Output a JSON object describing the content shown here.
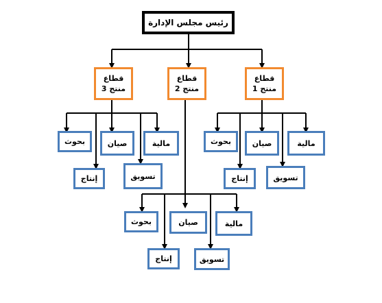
{
  "root": {
    "label": "رئيس مجلس الإدارة"
  },
  "sectors": [
    {
      "title": "قطاع",
      "subtitle": "منتج 3"
    },
    {
      "title": "قطاع",
      "subtitle": "منتج 2"
    },
    {
      "title": "قطاع",
      "subtitle": "منتج 1"
    }
  ],
  "units": {
    "research": "بحوث",
    "maintenance": "صيان",
    "finance": "مالية",
    "production": "إنتاج",
    "marketing": "تسويق"
  }
}
